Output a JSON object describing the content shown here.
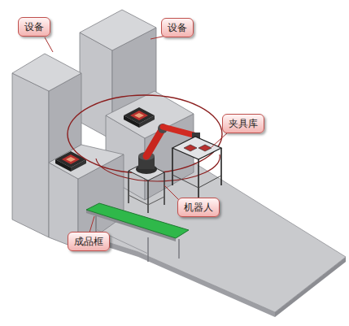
{
  "diagram": {
    "nodes": [
      {
        "text": [
          "设备"
        ]
      },
      {
        "text": [
          "设备"
        ]
      },
      {
        "text": [
          "夹具库"
        ]
      },
      {
        "text": [
          "机器人"
        ]
      },
      {
        "text": [
          "成品框"
        ]
      }
    ]
  }
}
